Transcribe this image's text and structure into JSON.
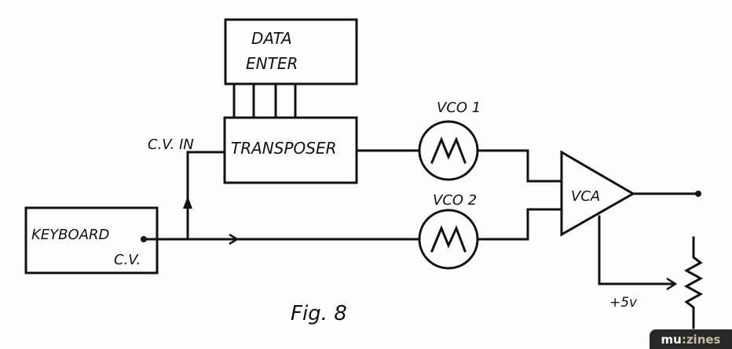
{
  "figure": {
    "caption": "Fig. 8",
    "blocks": {
      "data_enter": [
        "DATA",
        "ENTER"
      ],
      "transposer": "TRANSPOSER",
      "keyboard": [
        "KEYBOARD",
        "C.V."
      ],
      "vco1": "VCO 1",
      "vco2": "VCO 2",
      "vca": "VCA"
    },
    "labels": {
      "cv_in": "C.V. IN",
      "supply": "+5v"
    },
    "bus_lines": 4
  },
  "watermark": {
    "part1": "mu",
    "colon": ":",
    "part2": "zines"
  }
}
